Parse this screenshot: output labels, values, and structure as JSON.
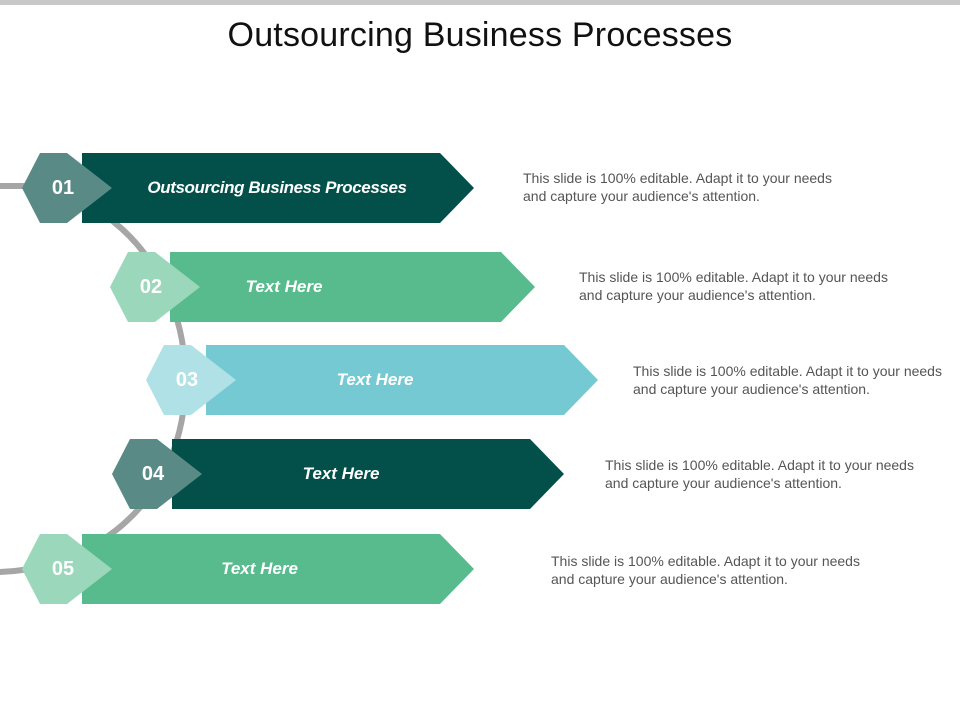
{
  "title": "Outsourcing Business Processes",
  "colors": {
    "dark_teal": "#03504b",
    "dark_teal_hex": "#5a8a86",
    "green": "#58bb8e",
    "green_hex": "#9bd7bb",
    "light_blue": "#75c9d2",
    "light_blue_hex": "#b0e1e6",
    "connector": "#a6a6a6"
  },
  "steps": [
    {
      "number": "01",
      "label": "Outsourcing Business Processes",
      "description": "This slide is 100% editable. Adapt it to your needs and capture your audience's attention."
    },
    {
      "number": "02",
      "label": "Text Here",
      "description": "This slide is 100% editable. Adapt it to your needs and capture your audience's attention."
    },
    {
      "number": "03",
      "label": "Text Here",
      "description": "This slide is 100% editable. Adapt it to your needs and capture your audience's attention."
    },
    {
      "number": "04",
      "label": "Text Here",
      "description": "This slide is 100% editable. Adapt it to your needs and capture your audience's attention."
    },
    {
      "number": "05",
      "label": "Text Here",
      "description": "This slide is 100% editable. Adapt it to your needs and capture your audience's attention."
    }
  ]
}
